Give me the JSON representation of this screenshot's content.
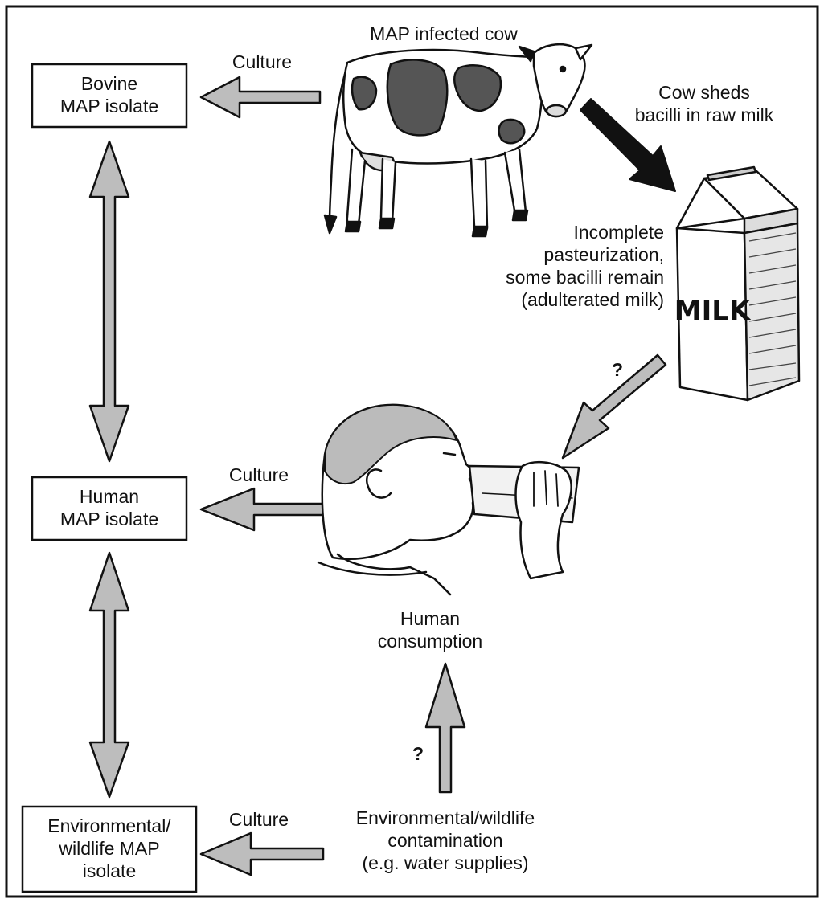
{
  "diagram": {
    "boxes": {
      "bovine": [
        "Bovine",
        "MAP isolate"
      ],
      "human": [
        "Human",
        "MAP isolate"
      ],
      "environmental": [
        "Environmental/",
        "wildlife MAP",
        "isolate"
      ]
    },
    "labels": {
      "cow_title": "MAP infected cow",
      "culture_top": "Culture",
      "culture_middle": "Culture",
      "culture_bottom": "Culture",
      "cow_sheds": [
        "Cow sheds",
        "bacilli in raw milk"
      ],
      "pasteurization": [
        "Incomplete",
        "pasteurization,",
        "some bacilli remain",
        "(adulterated milk)"
      ],
      "question_milk": "?",
      "question_env": "?",
      "human_consumption": [
        "Human",
        "consumption"
      ],
      "env_contamination": [
        "Environmental/wildlife",
        "contamination",
        "(e.g. water supplies)"
      ],
      "milk_carton_text": "MILK"
    },
    "illustrations": [
      "cow-illustration",
      "milk-carton-illustration",
      "man-drinking-illustration"
    ]
  }
}
